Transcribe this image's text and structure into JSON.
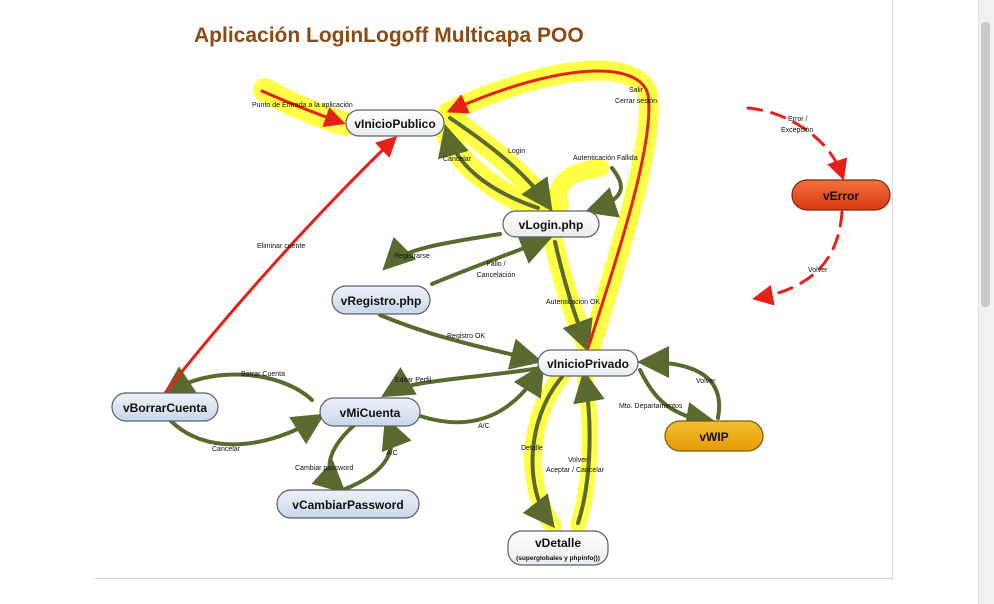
{
  "title": "Aplicación LoginLogoff Multicapa POO",
  "colors": {
    "title": "#8a4b14",
    "flow_arrow": "#5a6a2e",
    "error_arrow": "#e8201a",
    "highlight": "#ffff33",
    "node_blue": "#dbe5f1",
    "node_white": "#ffffff",
    "node_error": "#e8481c",
    "node_wip": "#f0a30a"
  },
  "nodes": {
    "vInicioPublico": "vInicioPublico",
    "vLogin": "vLogin.php",
    "vRegistro": "vRegistro.php",
    "vInicioPrivado": "vInicioPrivado",
    "vBorrarCuenta": "vBorrarCuenta",
    "vMiCuenta": "vMiCuenta",
    "vCambiarPassword": "vCambiarPassword",
    "vDetalle": "vDetalle",
    "vDetalle_sub": "(superglobales y phpinfo())",
    "vError": "vError",
    "vWIP": "vWIP"
  },
  "labels": {
    "entry": "Punto de Entrada a la aplicación",
    "salir_1": "Salir",
    "salir_2": "Cerrar sesión",
    "cancelar_top": "Cancelar",
    "login": "Login",
    "auth_fail": "Autenticación Fallida",
    "registrarse": "Registrarse",
    "fallo_1": "Fallo /",
    "fallo_2": "Cancelación",
    "auth_ok": "Autenticación OK",
    "registro_ok": "Registro OK",
    "eliminar": "Eliminar cuente",
    "borrar": "Borrar Cuenta",
    "cancelar_bottom": "Cancelar",
    "editar": "Editar Perfil",
    "ac_1": "A/C",
    "cambiar_pwd": "Cambiar password",
    "ac_2": "A/C",
    "detalle": "Detalle",
    "volver_detalle": "Volver",
    "aceptar_cancelar": "Aceptar / Cancelar",
    "mto": "Mto. Departamentos",
    "volver_wip": "Volver",
    "error_1": "Error /",
    "error_2": "Excepción",
    "volver_error": "Volver"
  }
}
